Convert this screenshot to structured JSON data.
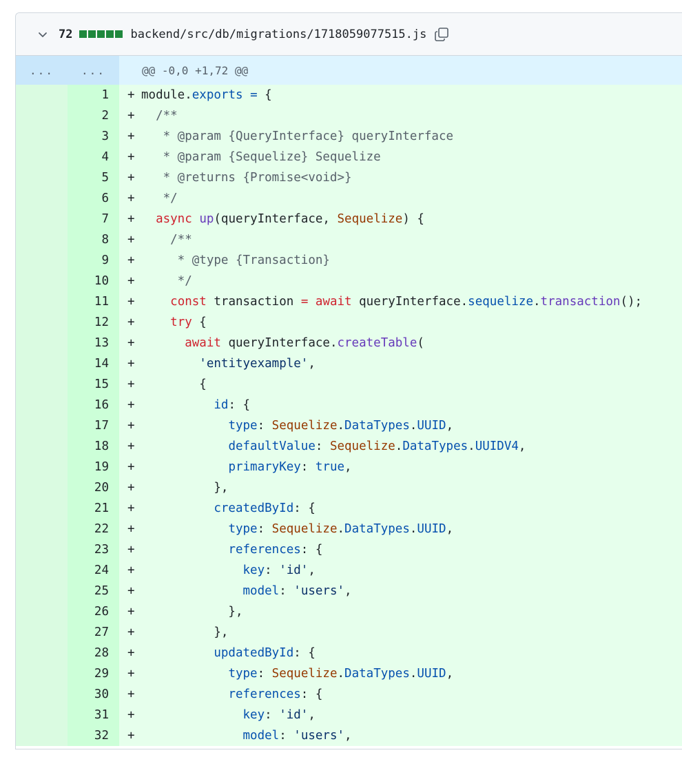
{
  "file": {
    "additions": "72",
    "path": "backend/src/db/migrations/1718059077515.js",
    "stat_blocks": 5
  },
  "hunk": {
    "left": "...",
    "right": "...",
    "header": "@@ -0,0 +1,72 @@"
  },
  "diff_sign": "+",
  "lines": [
    {
      "num": "1",
      "tokens": [
        [
          "",
          "module."
        ],
        [
          "p",
          "exports"
        ],
        [
          "",
          " "
        ],
        [
          "p",
          "="
        ],
        [
          "",
          " {"
        ]
      ]
    },
    {
      "num": "2",
      "tokens": [
        [
          "c",
          "  /**"
        ]
      ]
    },
    {
      "num": "3",
      "tokens": [
        [
          "c",
          "   * @param {QueryInterface} queryInterface"
        ]
      ]
    },
    {
      "num": "4",
      "tokens": [
        [
          "c",
          "   * @param {Sequelize} Sequelize"
        ]
      ]
    },
    {
      "num": "5",
      "tokens": [
        [
          "c",
          "   * @returns {Promise<void>}"
        ]
      ]
    },
    {
      "num": "6",
      "tokens": [
        [
          "c",
          "   */"
        ]
      ]
    },
    {
      "num": "7",
      "tokens": [
        [
          "",
          "  "
        ],
        [
          "k",
          "async"
        ],
        [
          "",
          " "
        ],
        [
          "f",
          "up"
        ],
        [
          "",
          "(queryInterface, "
        ],
        [
          "t",
          "Sequelize"
        ],
        [
          "",
          ") {"
        ]
      ]
    },
    {
      "num": "8",
      "tokens": [
        [
          "c",
          "    /**"
        ]
      ]
    },
    {
      "num": "9",
      "tokens": [
        [
          "c",
          "     * @type {Transaction}"
        ]
      ]
    },
    {
      "num": "10",
      "tokens": [
        [
          "c",
          "     */"
        ]
      ]
    },
    {
      "num": "11",
      "tokens": [
        [
          "",
          "    "
        ],
        [
          "k",
          "const"
        ],
        [
          "",
          " transaction "
        ],
        [
          "k",
          "="
        ],
        [
          "",
          " "
        ],
        [
          "k",
          "await"
        ],
        [
          "",
          " queryInterface."
        ],
        [
          "p",
          "sequelize"
        ],
        [
          "",
          "."
        ],
        [
          "f",
          "transaction"
        ],
        [
          "",
          "();"
        ]
      ]
    },
    {
      "num": "12",
      "tokens": [
        [
          "",
          "    "
        ],
        [
          "k",
          "try"
        ],
        [
          "",
          " {"
        ]
      ]
    },
    {
      "num": "13",
      "tokens": [
        [
          "",
          "      "
        ],
        [
          "k",
          "await"
        ],
        [
          "",
          " queryInterface."
        ],
        [
          "f",
          "createTable"
        ],
        [
          "",
          "("
        ]
      ]
    },
    {
      "num": "14",
      "tokens": [
        [
          "",
          "        "
        ],
        [
          "s",
          "'entityexample'"
        ],
        [
          "",
          ","
        ]
      ]
    },
    {
      "num": "15",
      "tokens": [
        [
          "",
          "        {"
        ]
      ]
    },
    {
      "num": "16",
      "tokens": [
        [
          "",
          "          "
        ],
        [
          "p",
          "id"
        ],
        [
          "",
          ": {"
        ]
      ]
    },
    {
      "num": "17",
      "tokens": [
        [
          "",
          "            "
        ],
        [
          "p",
          "type"
        ],
        [
          "",
          ": "
        ],
        [
          "t",
          "Sequelize"
        ],
        [
          "",
          "."
        ],
        [
          "p",
          "DataTypes"
        ],
        [
          "",
          "."
        ],
        [
          "p",
          "UUID"
        ],
        [
          "",
          ","
        ]
      ]
    },
    {
      "num": "18",
      "tokens": [
        [
          "",
          "            "
        ],
        [
          "p",
          "defaultValue"
        ],
        [
          "",
          ": "
        ],
        [
          "t",
          "Sequelize"
        ],
        [
          "",
          "."
        ],
        [
          "p",
          "DataTypes"
        ],
        [
          "",
          "."
        ],
        [
          "p",
          "UUIDV4"
        ],
        [
          "",
          ","
        ]
      ]
    },
    {
      "num": "19",
      "tokens": [
        [
          "",
          "            "
        ],
        [
          "p",
          "primaryKey"
        ],
        [
          "",
          ": "
        ],
        [
          "p",
          "true"
        ],
        [
          "",
          ","
        ]
      ]
    },
    {
      "num": "20",
      "tokens": [
        [
          "",
          "          },"
        ]
      ]
    },
    {
      "num": "21",
      "tokens": [
        [
          "",
          "          "
        ],
        [
          "p",
          "createdById"
        ],
        [
          "",
          ": {"
        ]
      ]
    },
    {
      "num": "22",
      "tokens": [
        [
          "",
          "            "
        ],
        [
          "p",
          "type"
        ],
        [
          "",
          ": "
        ],
        [
          "t",
          "Sequelize"
        ],
        [
          "",
          "."
        ],
        [
          "p",
          "DataTypes"
        ],
        [
          "",
          "."
        ],
        [
          "p",
          "UUID"
        ],
        [
          "",
          ","
        ]
      ]
    },
    {
      "num": "23",
      "tokens": [
        [
          "",
          "            "
        ],
        [
          "p",
          "references"
        ],
        [
          "",
          ": {"
        ]
      ]
    },
    {
      "num": "24",
      "tokens": [
        [
          "",
          "              "
        ],
        [
          "p",
          "key"
        ],
        [
          "",
          ": "
        ],
        [
          "s",
          "'id'"
        ],
        [
          "",
          ","
        ]
      ]
    },
    {
      "num": "25",
      "tokens": [
        [
          "",
          "              "
        ],
        [
          "p",
          "model"
        ],
        [
          "",
          ": "
        ],
        [
          "s",
          "'users'"
        ],
        [
          "",
          ","
        ]
      ]
    },
    {
      "num": "26",
      "tokens": [
        [
          "",
          "            },"
        ]
      ]
    },
    {
      "num": "27",
      "tokens": [
        [
          "",
          "          },"
        ]
      ]
    },
    {
      "num": "28",
      "tokens": [
        [
          "",
          "          "
        ],
        [
          "p",
          "updatedById"
        ],
        [
          "",
          ": {"
        ]
      ]
    },
    {
      "num": "29",
      "tokens": [
        [
          "",
          "            "
        ],
        [
          "p",
          "type"
        ],
        [
          "",
          ": "
        ],
        [
          "t",
          "Sequelize"
        ],
        [
          "",
          "."
        ],
        [
          "p",
          "DataTypes"
        ],
        [
          "",
          "."
        ],
        [
          "p",
          "UUID"
        ],
        [
          "",
          ","
        ]
      ]
    },
    {
      "num": "30",
      "tokens": [
        [
          "",
          "            "
        ],
        [
          "p",
          "references"
        ],
        [
          "",
          ": {"
        ]
      ]
    },
    {
      "num": "31",
      "tokens": [
        [
          "",
          "              "
        ],
        [
          "p",
          "key"
        ],
        [
          "",
          ": "
        ],
        [
          "s",
          "'id'"
        ],
        [
          "",
          ","
        ]
      ]
    },
    {
      "num": "32",
      "tokens": [
        [
          "",
          "              "
        ],
        [
          "p",
          "model"
        ],
        [
          "",
          ": "
        ],
        [
          "s",
          "'users'"
        ],
        [
          "",
          ","
        ]
      ]
    }
  ],
  "colors": {
    "addition_bg": "#e6ffec",
    "addition_num_bg": "#ccffd8",
    "hunk_bg": "#ddf4ff",
    "stat_green": "#1f883d"
  },
  "icons": {
    "collapse": "chevron-down-icon",
    "copy": "copy-icon"
  }
}
